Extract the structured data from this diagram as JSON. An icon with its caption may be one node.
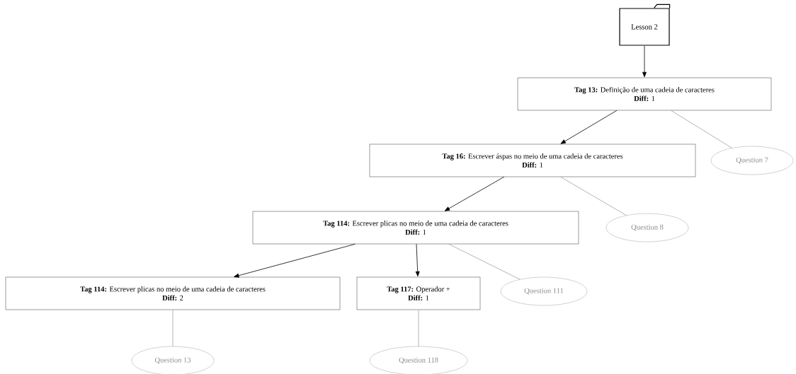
{
  "diagram": {
    "nodes": [
      {
        "text": [
          "Lesson 2"
        ]
      },
      {
        "text": [
          "**Tag 13:** Definição de uma cadeia de caracteres",
          "**Diff:** 1"
        ]
      },
      {
        "text": [
          "Question 7"
        ]
      },
      {
        "text": [
          "**Tag 16:** Escrever áspas no meio de uma cadeia de caracteres",
          "**Diff:** 1"
        ]
      },
      {
        "text": [
          "Question 8"
        ]
      },
      {
        "text": [
          "**Tag 114:** Escrever plicas no meio de uma cadeia de caracteres",
          "**Diff:** 1"
        ]
      },
      {
        "text": [
          "**Tag 114:** Escrever plicas no meio de uma cadeia de caracteres",
          "**Diff:** 2"
        ]
      },
      {
        "text": [
          "**Tag 117:** Operador +",
          "**Diff:** 1"
        ]
      },
      {
        "text": [
          "Question 111"
        ]
      },
      {
        "text": [
          "Question 13"
        ]
      },
      {
        "text": [
          "Question 118"
        ]
      }
    ],
    "edges": [
      {
        "from": 0,
        "to": 1,
        "arrow": "to"
      },
      {
        "from": 1,
        "to": 3,
        "arrow": "to"
      },
      {
        "from": 1,
        "to": 2,
        "arrow": "none",
        "color": "#a0a0a0"
      },
      {
        "from": 3,
        "to": 5,
        "arrow": "to"
      },
      {
        "from": 3,
        "to": 4,
        "arrow": "none",
        "color": "#a0a0a0"
      },
      {
        "from": 5,
        "to": 6,
        "arrow": "to"
      },
      {
        "from": 5,
        "to": 7,
        "arrow": "to"
      },
      {
        "from": 5,
        "to": 8,
        "arrow": "none",
        "color": "#a0a0a0"
      },
      {
        "from": 6,
        "to": 9,
        "arrow": "none",
        "color": "#a0a0a0"
      },
      {
        "from": 7,
        "to": 10,
        "arrow": "none",
        "color": "#a0a0a0"
      }
    ]
  }
}
